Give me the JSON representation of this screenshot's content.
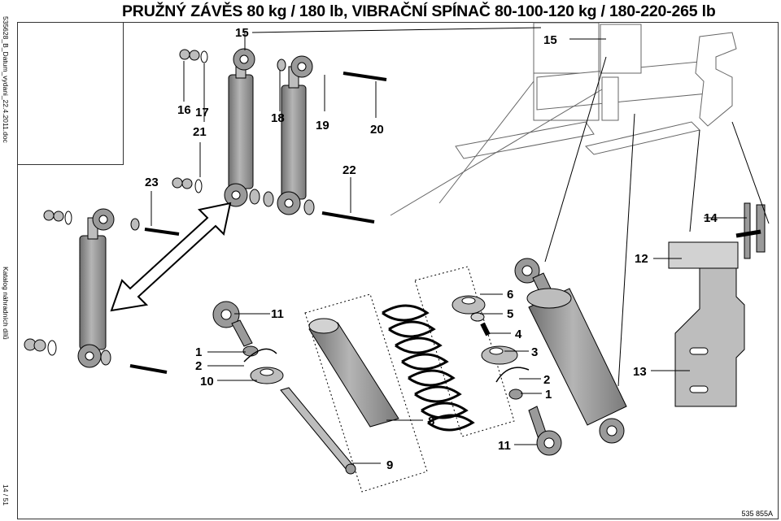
{
  "document": {
    "title": "PRUŽNÝ ZÁVĚS 80 kg / 180 lb, VIBRAČNÍ SPÍNAČ 80-100-120 kg / 180-220-265 lb",
    "doc_name": "535628_B_Datum_vydani_22.4.2011.doc",
    "catalog": "Katalog náhradních dílů",
    "page_number": "14 / 51",
    "figure_code": "535 855A"
  },
  "callouts": {
    "c15a": "15",
    "c15b": "15",
    "c16": "16",
    "c17": "17",
    "c18": "18",
    "c19": "19",
    "c20": "20",
    "c21": "21",
    "c22": "22",
    "c23": "23",
    "c14": "14",
    "c12": "12",
    "c13": "13",
    "c11a": "11",
    "c11b": "11",
    "c1a": "1",
    "c1b": "1",
    "c2a": "2",
    "c2b": "2",
    "c10": "10",
    "c8": "8",
    "c9": "9",
    "c6": "6",
    "c5": "5",
    "c4": "4",
    "c3": "3"
  },
  "colors": {
    "part_fill": "#9a9a9a",
    "part_dark": "#6f6f6f",
    "part_light": "#d2d2d2",
    "line": "#000000",
    "frame_line": "#666666"
  }
}
